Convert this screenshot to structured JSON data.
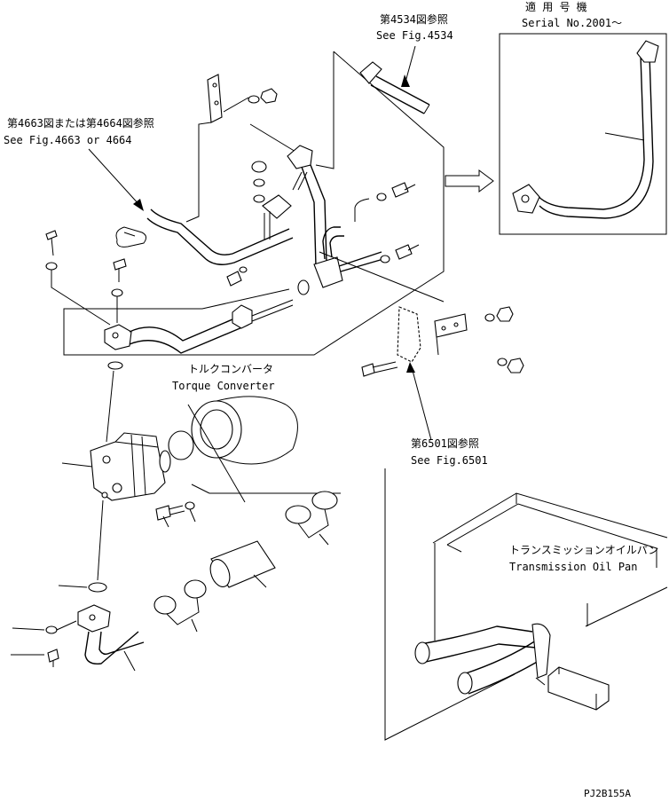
{
  "references": {
    "fig4534_jp": "第4534図参照",
    "fig4534_en": "See Fig.4534",
    "fig4663_jp": "第4663図または第4664図参照",
    "fig4663_en": "See Fig.4663 or 4664",
    "fig6501_jp": "第6501図参照",
    "fig6501_en": "See Fig.6501"
  },
  "applicability": {
    "jp": "適 用 号 機",
    "en": "Serial No.2001〜"
  },
  "components": {
    "torque_converter_jp": "トルクコンバータ",
    "torque_converter_en": "Torque Converter",
    "oil_pan_jp": "トランスミッションオイルパン",
    "oil_pan_en": "Transmission Oil Pan"
  },
  "drawing_code": "PJ2B155A"
}
